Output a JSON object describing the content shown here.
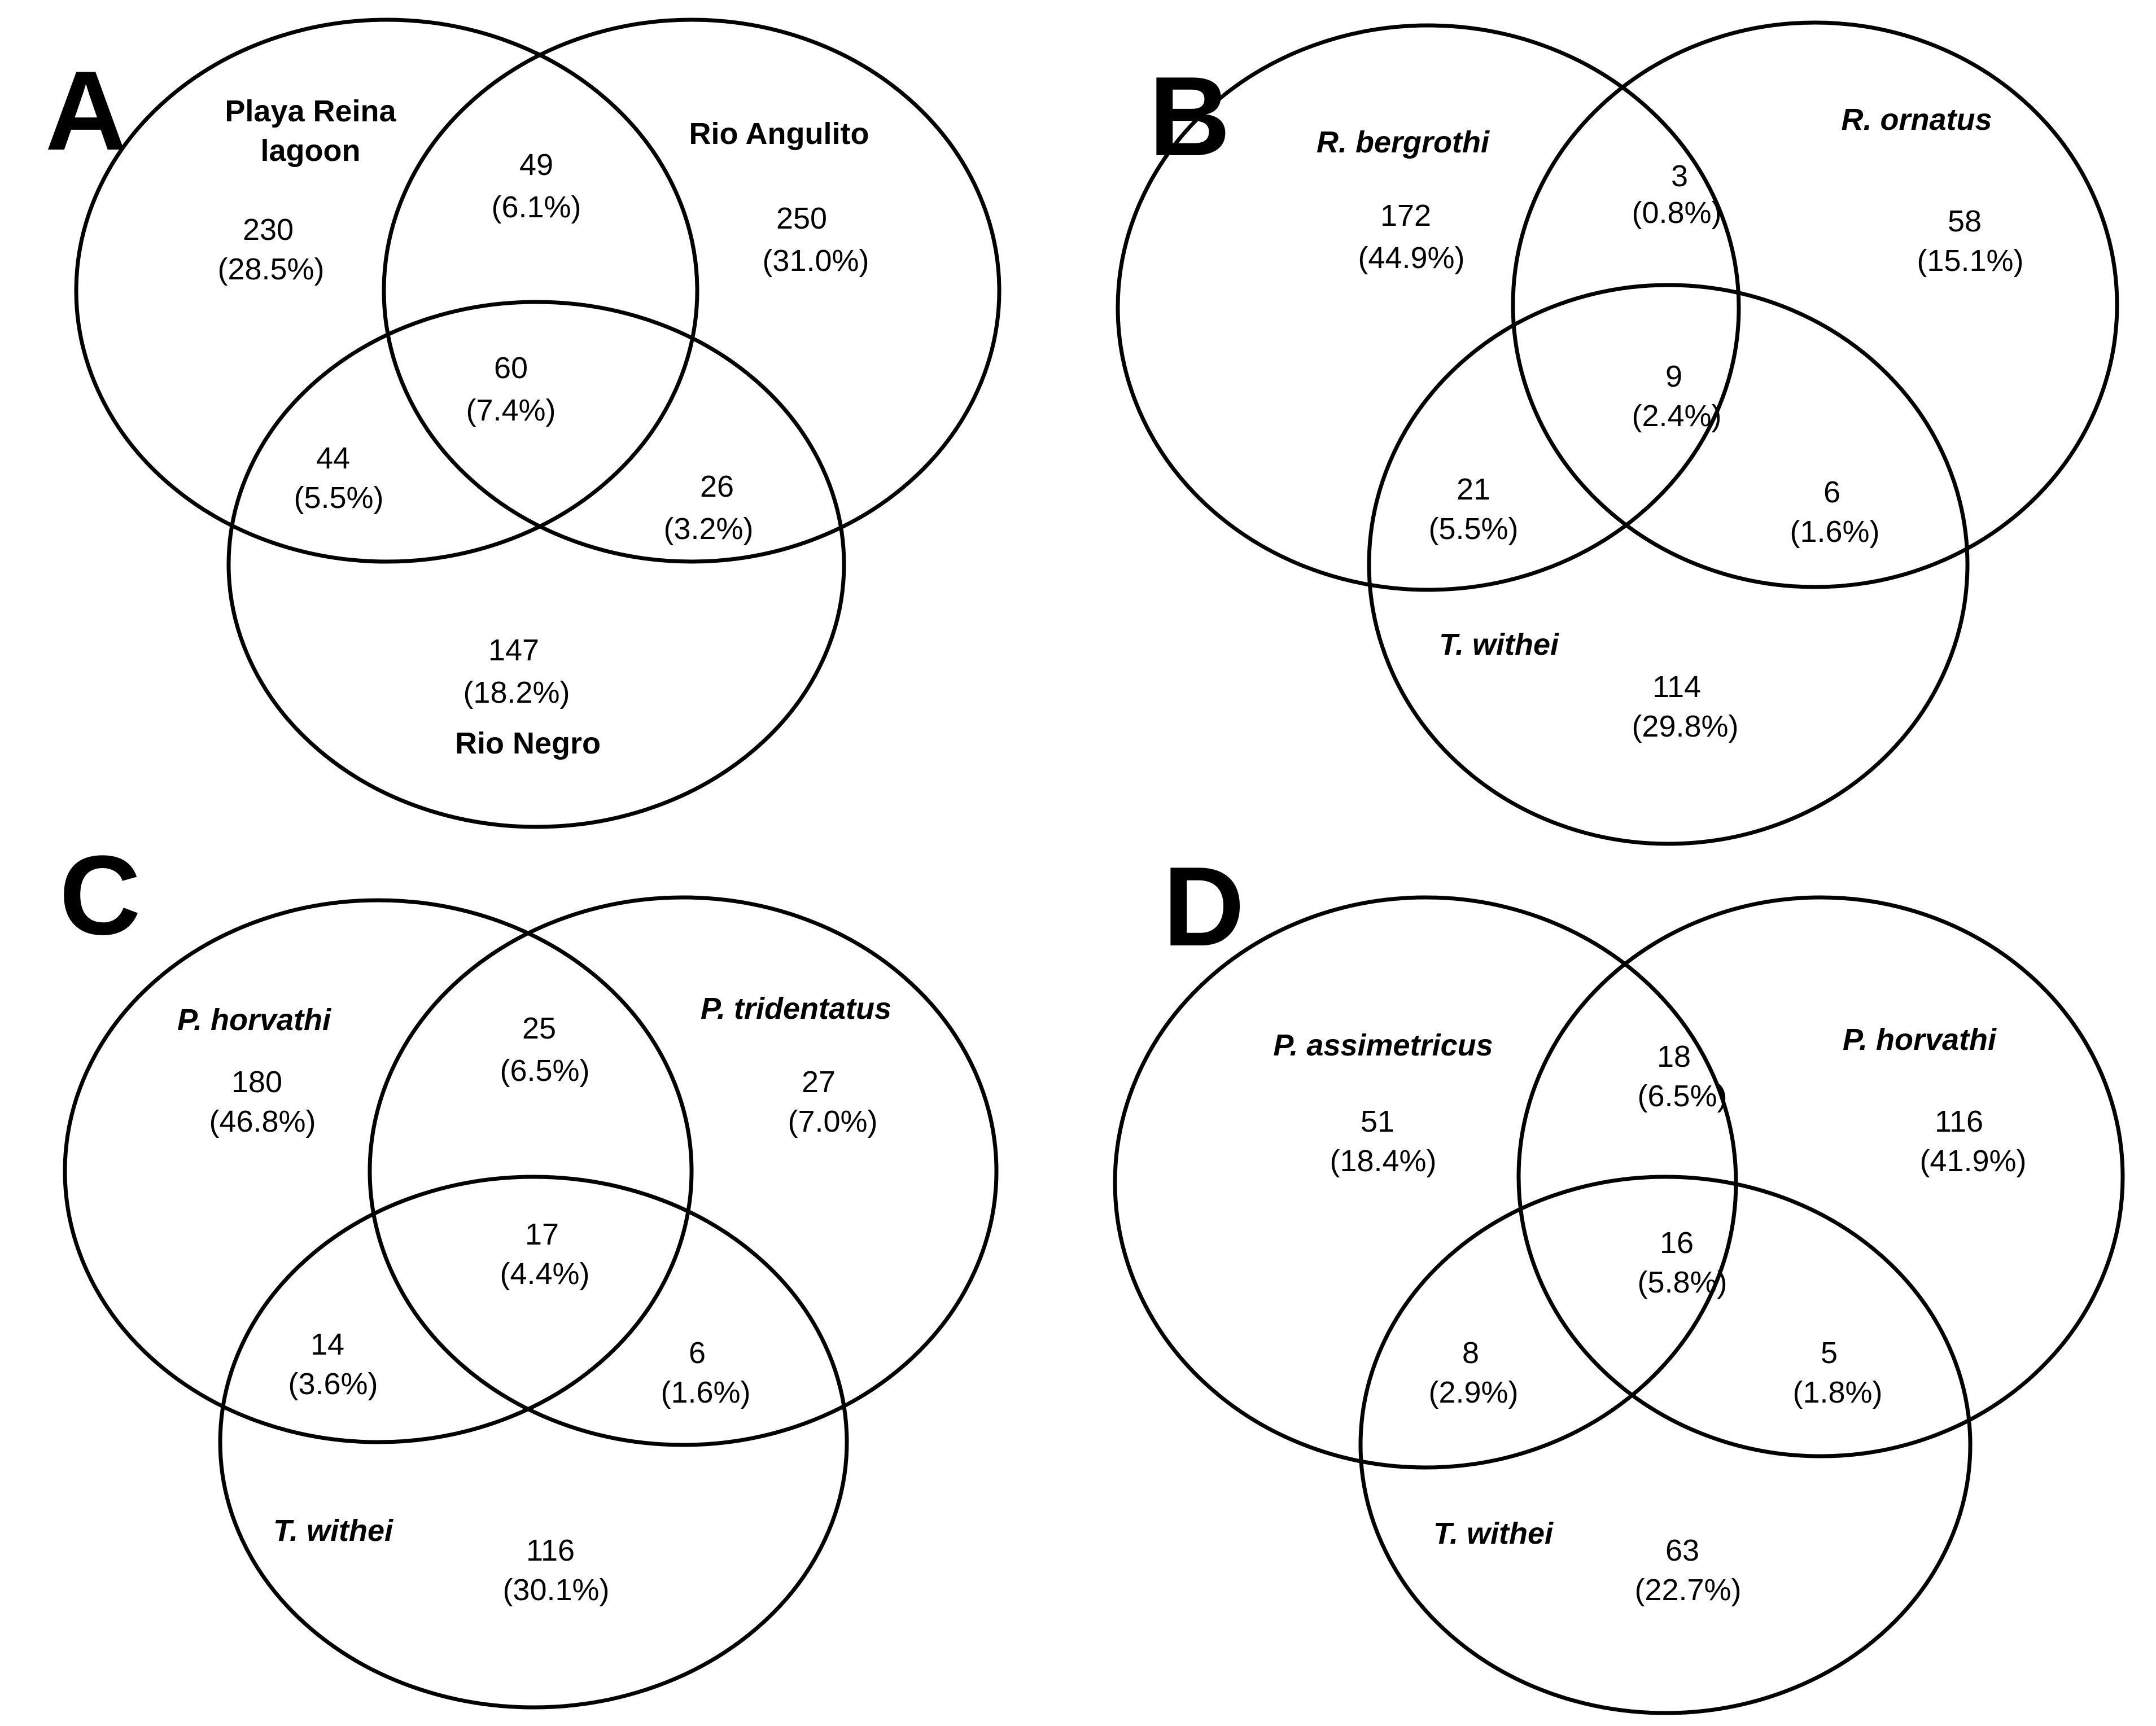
{
  "panels": [
    {
      "letter": "A",
      "sets": {
        "left": {
          "lines": [
            "Playa Reina",
            "lagoon"
          ],
          "italic": false
        },
        "right": {
          "lines": [
            "Rio Angulito"
          ],
          "italic": false
        },
        "bottom": {
          "lines": [
            "Rio Negro"
          ],
          "italic": false
        }
      },
      "regions": {
        "left_only": {
          "count": "230",
          "pct": "(28.5%)"
        },
        "left_right": {
          "count": "49",
          "pct": "(6.1%)"
        },
        "right_only": {
          "count": "250",
          "pct": "(31.0%)"
        },
        "all_three": {
          "count": "60",
          "pct": "(7.4%)"
        },
        "left_bottom": {
          "count": "44",
          "pct": "(5.5%)"
        },
        "right_bottom": {
          "count": "26",
          "pct": "(3.2%)"
        },
        "bottom_only": {
          "count": "147",
          "pct": "(18.2%)"
        }
      }
    },
    {
      "letter": "B",
      "sets": {
        "left": {
          "lines": [
            "R. bergrothi"
          ],
          "italic": true
        },
        "right": {
          "lines": [
            "R. ornatus"
          ],
          "italic": true
        },
        "bottom": {
          "lines": [
            "T. withei"
          ],
          "italic": true
        }
      },
      "regions": {
        "left_only": {
          "count": "172",
          "pct": "(44.9%)"
        },
        "left_right": {
          "count": "3",
          "pct": "(0.8%)"
        },
        "right_only": {
          "count": "58",
          "pct": "(15.1%)"
        },
        "all_three": {
          "count": "9",
          "pct": "(2.4%)"
        },
        "left_bottom": {
          "count": "21",
          "pct": "(5.5%)"
        },
        "right_bottom": {
          "count": "6",
          "pct": "(1.6%)"
        },
        "bottom_only": {
          "count": "114",
          "pct": "(29.8%)"
        }
      }
    },
    {
      "letter": "C",
      "sets": {
        "left": {
          "lines": [
            "P. horvathi"
          ],
          "italic": true
        },
        "right": {
          "lines": [
            "P. tridentatus"
          ],
          "italic": true
        },
        "bottom": {
          "lines": [
            "T. withei"
          ],
          "italic": true
        }
      },
      "regions": {
        "left_only": {
          "count": "180",
          "pct": "(46.8%)"
        },
        "left_right": {
          "count": "25",
          "pct": "(6.5%)"
        },
        "right_only": {
          "count": "27",
          "pct": "(7.0%)"
        },
        "all_three": {
          "count": "17",
          "pct": "(4.4%)"
        },
        "left_bottom": {
          "count": "14",
          "pct": "(3.6%)"
        },
        "right_bottom": {
          "count": "6",
          "pct": "(1.6%)"
        },
        "bottom_only": {
          "count": "116",
          "pct": "(30.1%)"
        }
      }
    },
    {
      "letter": "D",
      "sets": {
        "left": {
          "lines": [
            "P. assimetricus"
          ],
          "italic": true
        },
        "right": {
          "lines": [
            "P. horvathi"
          ],
          "italic": true
        },
        "bottom": {
          "lines": [
            "T. withei"
          ],
          "italic": true
        }
      },
      "regions": {
        "left_only": {
          "count": "51",
          "pct": "(18.4%)"
        },
        "left_right": {
          "count": "18",
          "pct": "(6.5%)"
        },
        "right_only": {
          "count": "116",
          "pct": "(41.9%)"
        },
        "all_three": {
          "count": "16",
          "pct": "(5.8%)"
        },
        "left_bottom": {
          "count": "8",
          "pct": "(2.9%)"
        },
        "right_bottom": {
          "count": "5",
          "pct": "(1.8%)"
        },
        "bottom_only": {
          "count": "63",
          "pct": "(22.7%)"
        }
      }
    }
  ]
}
